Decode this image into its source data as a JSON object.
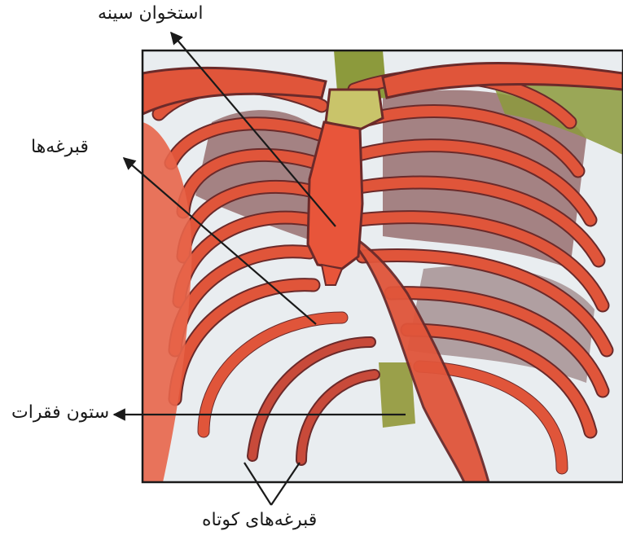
{
  "labels": {
    "sternum": "استخوان سینه",
    "ribs": "قبرغه‌ها",
    "spine": "ستون فقرات",
    "short_ribs": "قبرغه‌های کوتاه"
  },
  "colors": {
    "bone_red": "#e0553a",
    "bone_dark": "#6b2a2a",
    "bone_green": "#8c9a3c",
    "background": "#e9edf0",
    "frame": "#1a1a1a"
  }
}
